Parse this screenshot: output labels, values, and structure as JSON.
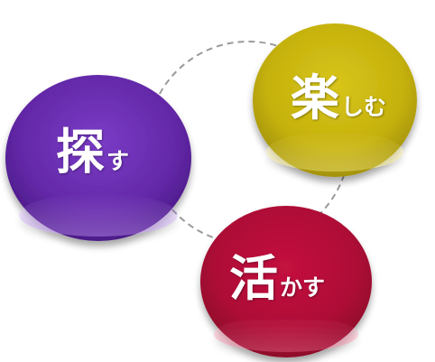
{
  "nodes": [
    {
      "id": "sagasu",
      "kanji": "探",
      "kana": "す",
      "color": "#6a2fb0"
    },
    {
      "id": "tanoshimu",
      "kanji": "楽",
      "kana": "しむ",
      "color": "#c9b60d"
    },
    {
      "id": "ikasu",
      "kanji": "活",
      "kana": "かす",
      "color": "#b50d3a"
    }
  ],
  "connector": {
    "style": "dashed",
    "color": "#9a9a9a"
  }
}
